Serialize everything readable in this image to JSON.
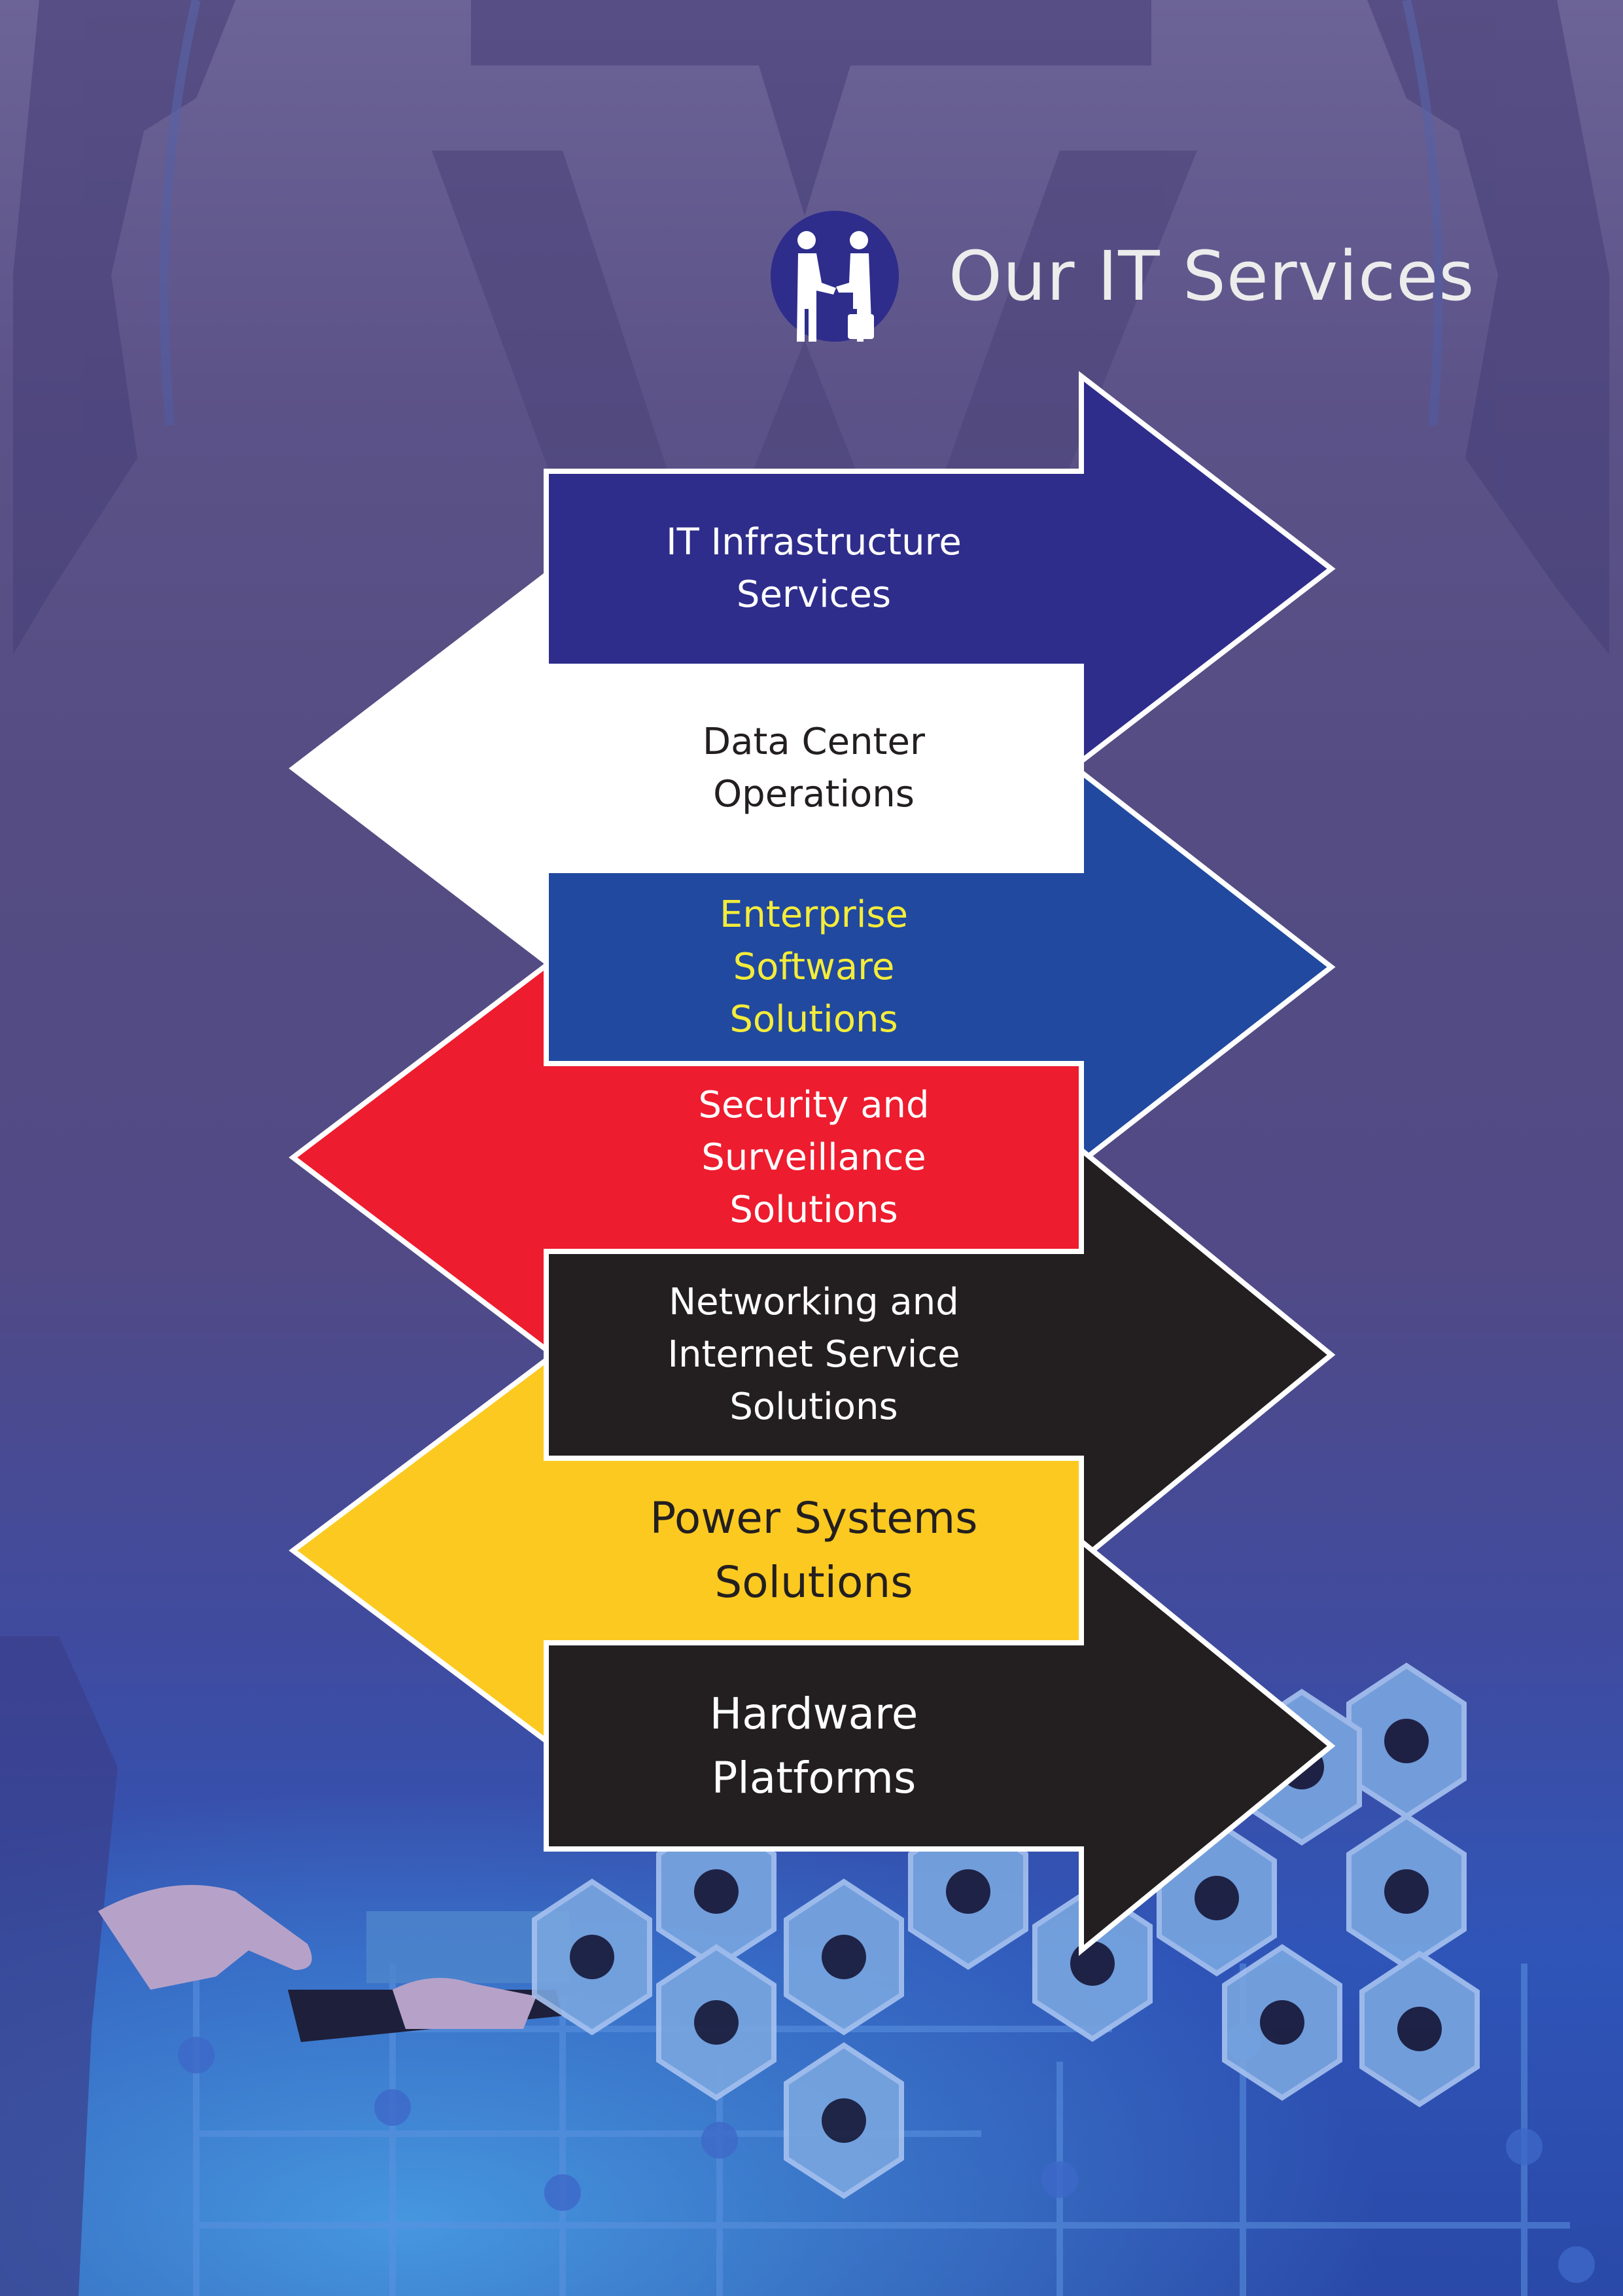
{
  "header": {
    "title": "Our IT Services",
    "icon": "handshake-people-icon"
  },
  "colors": {
    "navy": "#2e2d8c",
    "white": "#ffffff",
    "royal_blue": "#2149a0",
    "red": "#ed1c2e",
    "black": "#231f20",
    "yellow": "#fcc920",
    "yellow_text": "#f4ec3a",
    "title_text": "#ececec"
  },
  "services": [
    {
      "lines": [
        "IT Infrastructure",
        "Services"
      ],
      "direction": "right",
      "fill": "#2e2d8c",
      "text_color": "#ffffff"
    },
    {
      "lines": [
        "Data Center",
        "Operations"
      ],
      "direction": "left",
      "fill": "#ffffff",
      "text_color": "#231f20"
    },
    {
      "lines": [
        "Enterprise",
        "Software",
        "Solutions"
      ],
      "direction": "right",
      "fill": "#2149a0",
      "text_color": "#f4ec3a"
    },
    {
      "lines": [
        "Security and",
        "Surveillance",
        "Solutions"
      ],
      "direction": "left",
      "fill": "#ed1c2e",
      "text_color": "#ffffff"
    },
    {
      "lines": [
        "Networking and",
        "Internet Service",
        "Solutions"
      ],
      "direction": "right",
      "fill": "#231f20",
      "text_color": "#ffffff"
    },
    {
      "lines": [
        "Power Systems",
        "Solutions"
      ],
      "direction": "left",
      "fill": "#fcc920",
      "text_color": "#231f20"
    },
    {
      "lines": [
        "Hardware",
        "Platforms"
      ],
      "direction": "right",
      "fill": "#231f20",
      "text_color": "#ffffff"
    }
  ],
  "background_icons": [
    "monitor-icon",
    "network-icon",
    "robot-arm-icon",
    "brain-gear-icon",
    "at-sign-icon",
    "handshake-icon",
    "chip-icon",
    "plug-socket-icon",
    "person-icon",
    "world-map-icon",
    "pie-chart-icon",
    "flask-icon",
    "worker-icon",
    "truck-icon",
    "tools-icon"
  ]
}
